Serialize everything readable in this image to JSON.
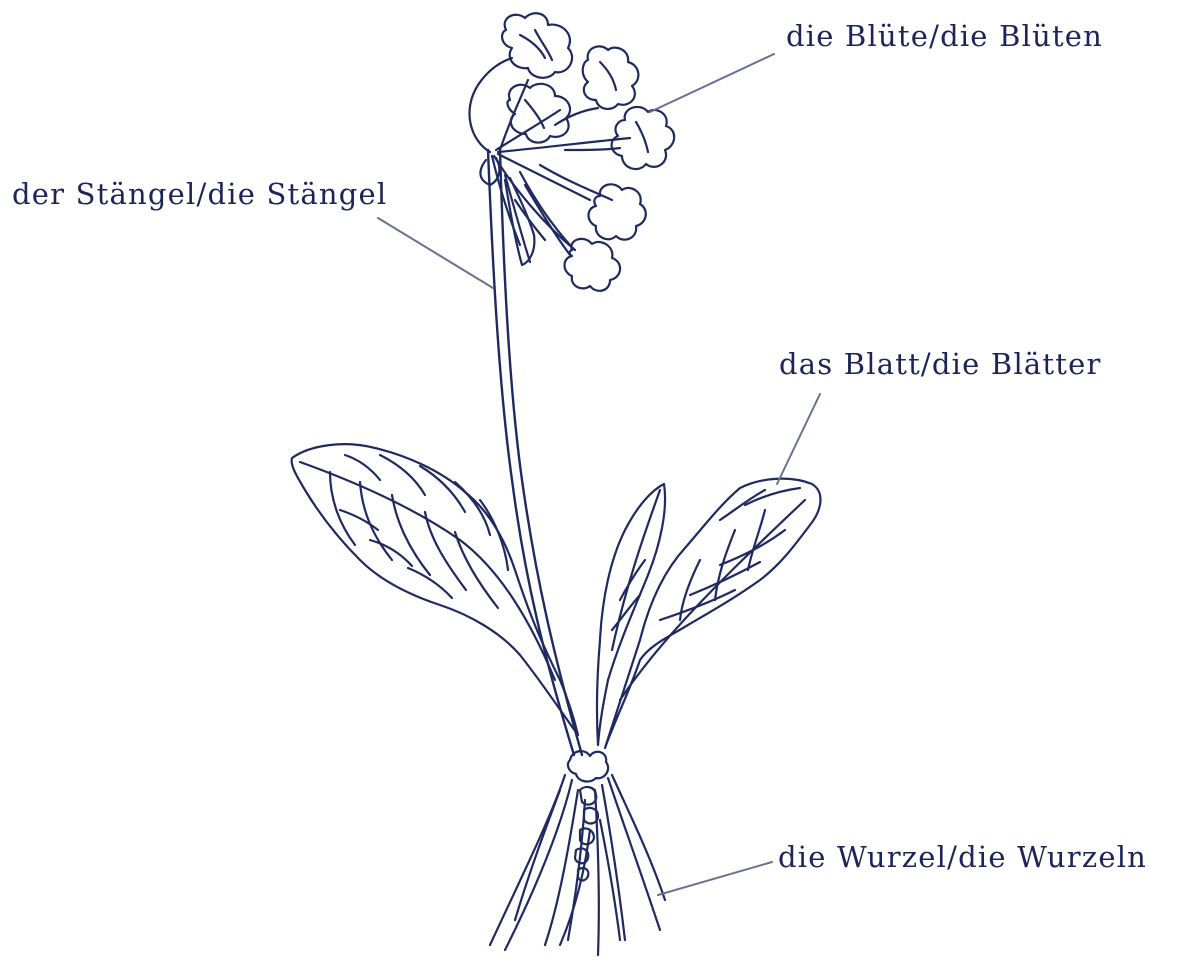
{
  "colors": {
    "ink": "#1f2a60",
    "leader": "#6b7091",
    "label_text": "#1c2459",
    "background": "#ffffff"
  },
  "labels": {
    "bluete": "die Blüte/die Blüten",
    "staengel": "der Stängel/die Stängel",
    "blatt": "das Blatt/die Blätter",
    "wurzel": "die Wurzel/die Wurzeln"
  }
}
